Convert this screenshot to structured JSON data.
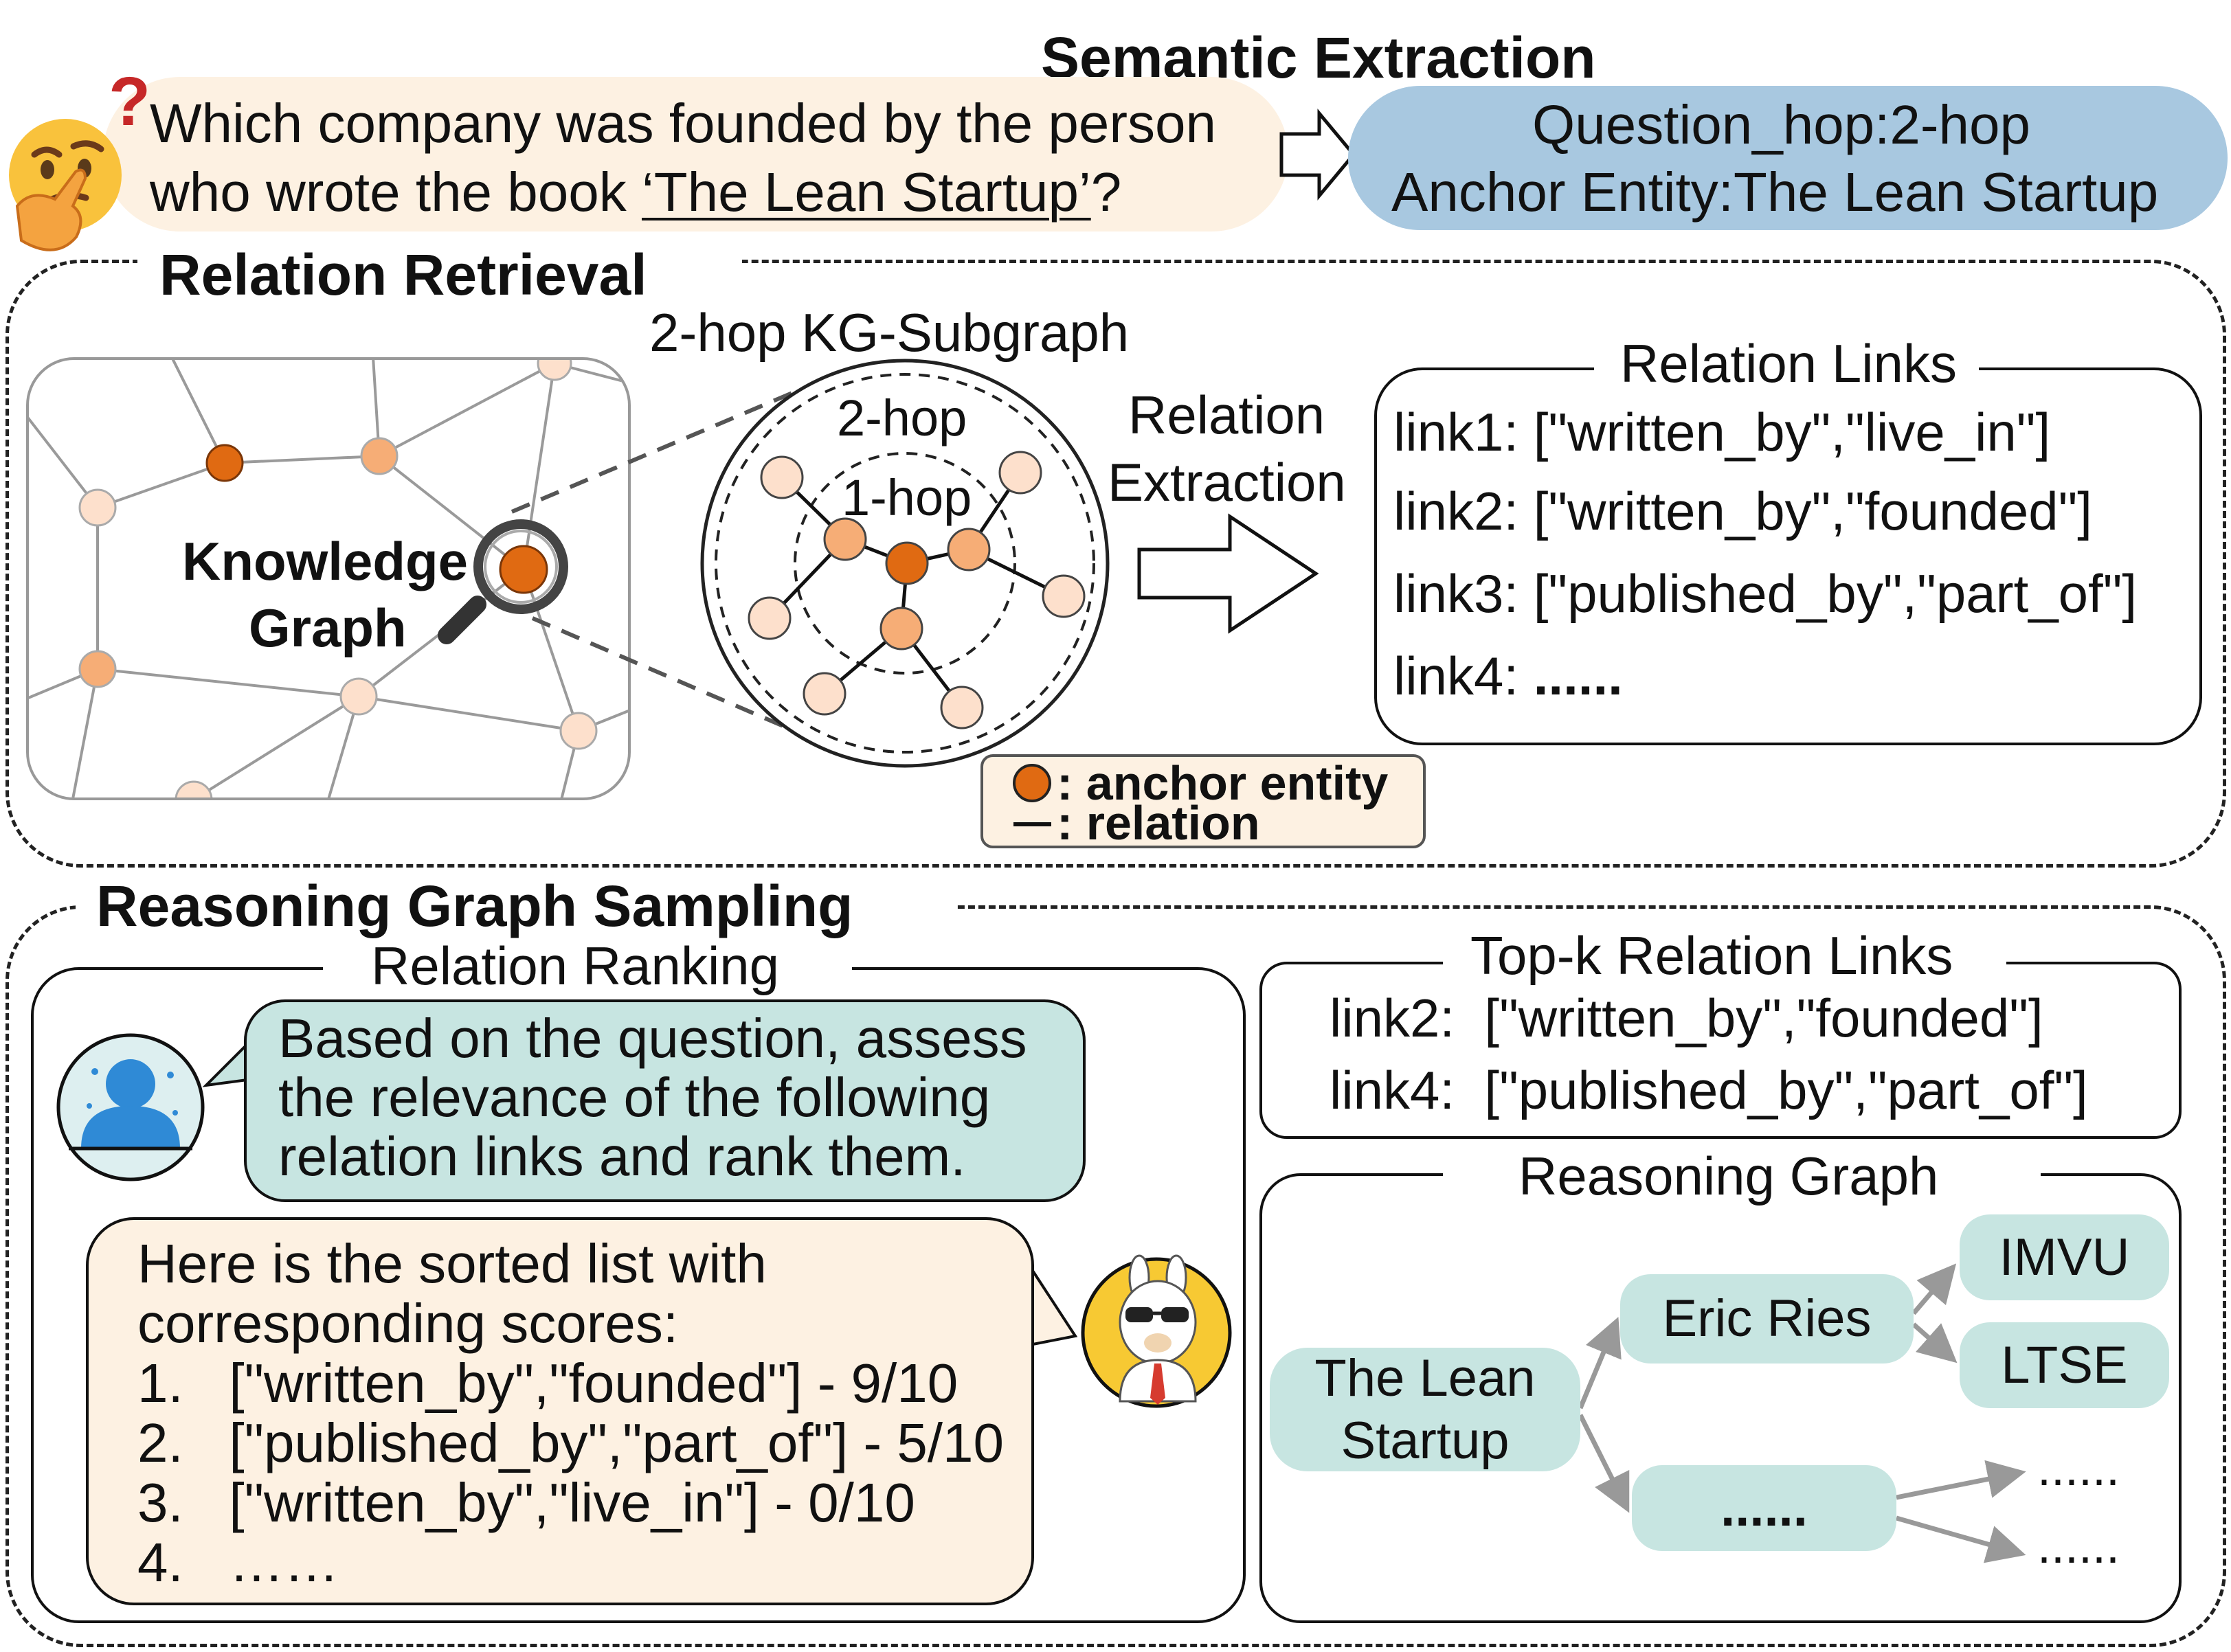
{
  "semantic_extraction": {
    "title": "Semantic Extraction",
    "question_line1": "Which company was founded by the person",
    "question_line2_prefix": "who wrote the book ",
    "question_book": "‘The Lean Startup’",
    "question_line2_suffix": "?",
    "result_line1": "Question_hop:2-hop",
    "result_line2": "Anchor Entity:The Lean Startup"
  },
  "relation_retrieval": {
    "title": "Relation Retrieval",
    "kg_label_line1": "Knowledge",
    "kg_label_line2": "Graph",
    "subgraph_title": "2-hop KG-Subgraph",
    "hop2_label": "2-hop",
    "hop1_label": "1-hop",
    "extraction_line1": "Relation",
    "extraction_line2": "Extraction",
    "legend_anchor": ": anchor entity",
    "legend_relation": ": relation",
    "links_title": "Relation Links",
    "links": [
      "link1: [\"written_by\",\"live_in\"]",
      "link2: [\"written_by\",\"founded\"]",
      "link3: [\"published_by\",\"part_of\"]"
    ],
    "link4_label": "link4: ",
    "link4_dots": "......"
  },
  "reasoning_graph_sampling": {
    "title": "Reasoning Graph Sampling",
    "ranking_title": "Relation Ranking",
    "prompt_lines": [
      "Based on the question, assess",
      "the relevance of the following",
      "relation links and rank them."
    ],
    "response_lines": [
      "Here is the sorted list with",
      "corresponding scores:",
      "1.   [\"written_by\",\"founded\"] - 9/10",
      "2.   [\"published_by\",\"part_of\"] - 5/10",
      "3.   [\"written_by\",\"live_in\"] - 0/10",
      "4.   ……"
    ],
    "topk_title": "Top-k Relation Links",
    "topk_links": [
      "link2:  [\"written_by\",\"founded\"]",
      "link4:  [\"published_by\",\"part_of\"]"
    ],
    "graph_title": "Reasoning Graph",
    "graph_nodes": {
      "root_line1": "The Lean",
      "root_line2": "Startup",
      "person": "Eric Ries",
      "company1": "IMVU",
      "company2": "LTSE",
      "other": "......",
      "leaf1": "......",
      "leaf2": "......"
    }
  },
  "colors": {
    "anchor": "#e06a12",
    "hop1": "#f6ad76",
    "hop2": "#fde0cc",
    "teal": "#c7e5e1",
    "cream": "#fdf1e2",
    "result_blue": "#a8c8e0"
  },
  "icons": [
    "thinking-face-icon",
    "question-mark-icon",
    "magnifier-icon",
    "user-avatar-icon",
    "llama-avatar-icon"
  ]
}
